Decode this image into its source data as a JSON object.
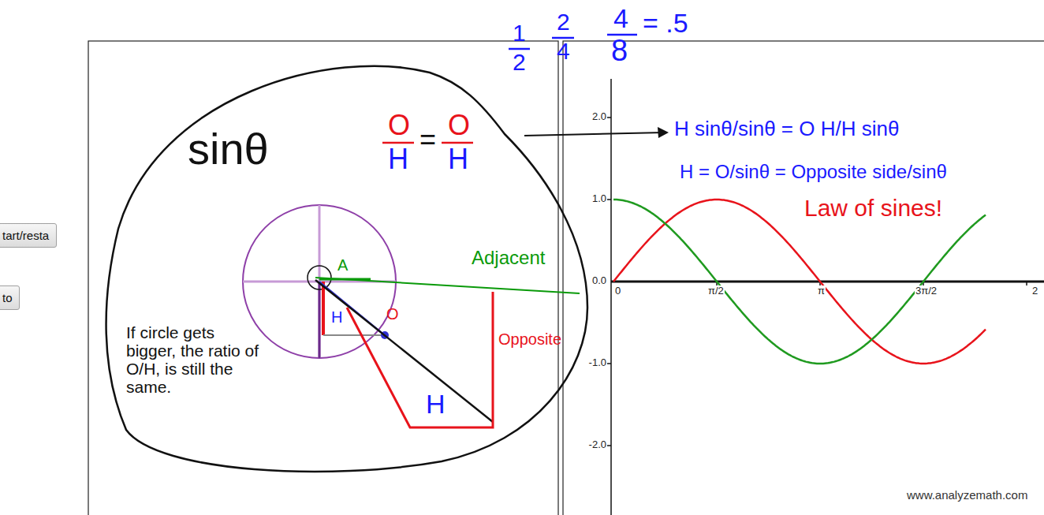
{
  "diagram": {
    "nodes": [
      {
        "text": [
          "tart/resta"
        ]
      },
      {
        "text": [
          "to"
        ]
      }
    ],
    "labels": [
      "1",
      "2",
      "2",
      "4",
      "4",
      "8",
      "= .5",
      "sinθ",
      "O",
      "H",
      "=",
      "O",
      "H",
      "H sinθ/sinθ = O H/H sinθ",
      "H = O/sinθ = Opposite side/sinθ",
      "Law of sines!",
      "A",
      "Adjacent",
      "O",
      "Opposite",
      "H",
      "H",
      "If circle gets bigger, the ratio of O/H, is still the same.",
      "2.0",
      "1.0",
      "0.0",
      "-1.0",
      "-2.0",
      "0",
      "π/2",
      "π",
      "3π/2",
      "2",
      "www.analyzemath.com"
    ]
  }
}
